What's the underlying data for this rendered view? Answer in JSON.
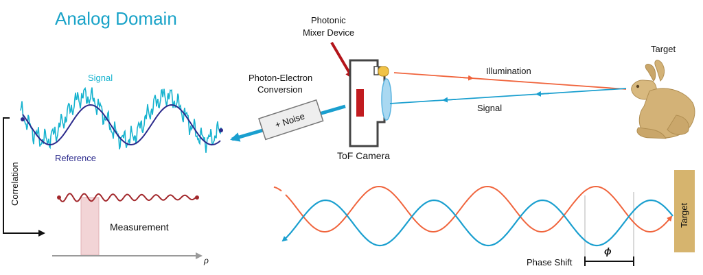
{
  "title": "Analog Domain",
  "labels": {
    "signal_top": "Signal",
    "reference": "Reference",
    "correlation": "Correlation",
    "measurement": "Measurement",
    "rho": "ρ",
    "pmd_line1": "Photonic",
    "pmd_line2": "Mixer Device",
    "pe_line1": "Photon-Electron",
    "pe_line2": "Conversion",
    "noise": "+ Noise",
    "camera": "ToF Camera",
    "illumination": "Illumination",
    "signal_beam": "Signal",
    "target_top": "Target",
    "target_box": "Target",
    "phase_shift": "Phase Shift",
    "phi": "ϕ"
  },
  "colors": {
    "title": "#1aa3c8",
    "signal": "#17b3cf",
    "reference": "#2b2a8c",
    "measurement": "#a2282c",
    "illumination": "#f0643c",
    "beam_signal": "#1a9fcf",
    "pmd_arrow": "#b3141a",
    "target_box": "#d6b46e",
    "camera_stroke": "#444444",
    "noise_fill": "#eeeeee",
    "axis": "#9a9a9a",
    "measurement_bar": "#f2d4d6"
  },
  "icons": {
    "target_object": "bunny-icon",
    "light_source": "led-icon",
    "lens": "lens-icon",
    "sensor": "sensor-chip-icon"
  }
}
